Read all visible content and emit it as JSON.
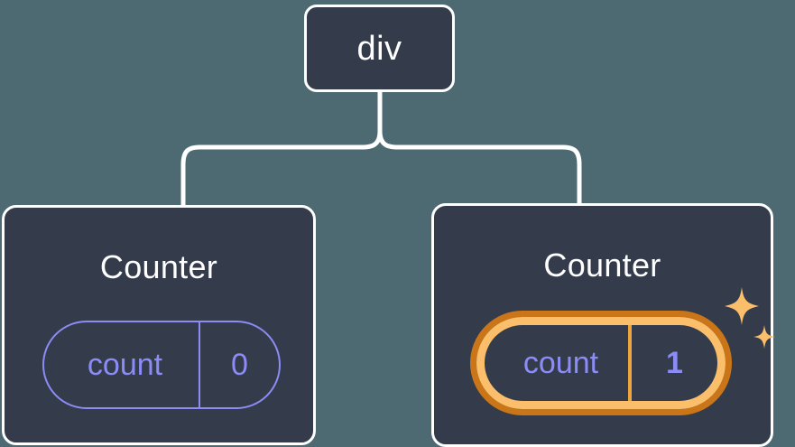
{
  "diagram": {
    "type": "component-tree",
    "background_color": "#4d6a72",
    "node_fill_color": "#343b4b",
    "node_border_color": "#ffffff",
    "connector_color": "#ffffff",
    "state_color": "#8b8cf5",
    "highlight_outer_color": "#ca7518",
    "highlight_inner_color": "#fbbf6b",
    "root": {
      "label": "div"
    },
    "children": [
      {
        "title": "Counter",
        "state": {
          "key": "count",
          "value": "0"
        },
        "highlighted": false,
        "sparkle": false
      },
      {
        "title": "Counter",
        "state": {
          "key": "count",
          "value": "1"
        },
        "highlighted": true,
        "sparkle": true,
        "sparkle_icon": "sparkles-icon"
      }
    ]
  }
}
